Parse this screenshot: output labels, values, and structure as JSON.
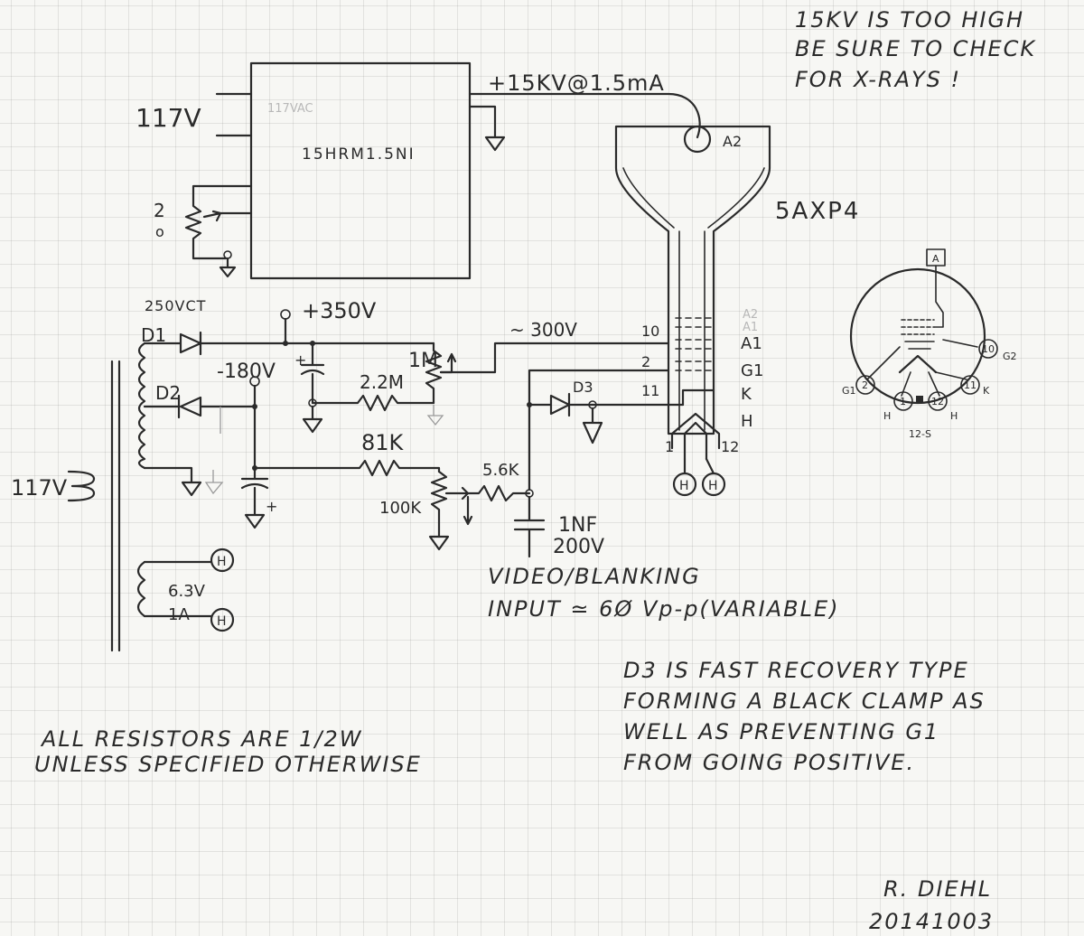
{
  "notes": {
    "xray_warning": [
      "15KV IS TOO HIGH",
      "BE SURE TO CHECK",
      "FOR X-RAYS !"
    ],
    "d3_note": [
      "D3 IS FAST RECOVERY TYPE",
      "FORMING A BLACK CLAMP AS",
      "WELL AS PREVENTING G1",
      "FROM GOING POSITIVE."
    ],
    "resistor_note": [
      "ALL RESISTORS ARE 1/2W",
      "UNLESS SPECIFIED OTHERWISE"
    ],
    "video_input": [
      "VIDEO/BLANKING",
      "INPUT ≃ 6Ø Vp-p(VARIABLE)"
    ],
    "signature": [
      "R. DIEHL",
      "20141003"
    ]
  },
  "hv_supply": {
    "model": "15HRM1.5NI",
    "input_label": "117VAC",
    "mains_label": "117V",
    "output_label": "+15KV@1.5mA",
    "pot_label": "2\n0"
  },
  "crt": {
    "type": "5AXP4",
    "anode_label": "A2",
    "electrode_labels": [
      "A1",
      "G1",
      "K",
      "H"
    ],
    "faint_labels": [
      "A2",
      "A1"
    ],
    "pin_numbers": {
      "a1": "10",
      "g1": "2",
      "k": "11",
      "h1": "1",
      "h2": "12"
    },
    "heater_nodes": [
      "H",
      "H"
    ]
  },
  "power_transformer": {
    "primary_label": "117V",
    "secondary_label": "250VCT",
    "heater_voltage": "6.3V",
    "heater_current": "1A",
    "heater_nodes": [
      "H",
      "H"
    ]
  },
  "components": {
    "d1": "D1",
    "d2": "D2",
    "d3": "D3",
    "r_2m2": "2.2M",
    "r_81k": "81K",
    "r_5k6": "5.6K",
    "pot_1m": "1M",
    "pot_100k": "100K",
    "c_1nf": "1NF",
    "c_200v": "200V"
  },
  "voltages": {
    "b_plus": "+350V",
    "b_minus": "-180V",
    "a1_bias": "~ 300V"
  },
  "base_diagram": {
    "pins": {
      "a": "A",
      "g1": "2",
      "h1": "1",
      "h2": "12",
      "k": "11",
      "g2": "10"
    },
    "pin_labels": {
      "g1": "G1",
      "k": "K",
      "g2": "G2",
      "h1": "H",
      "h2": "H"
    },
    "base_type": "12-S"
  }
}
